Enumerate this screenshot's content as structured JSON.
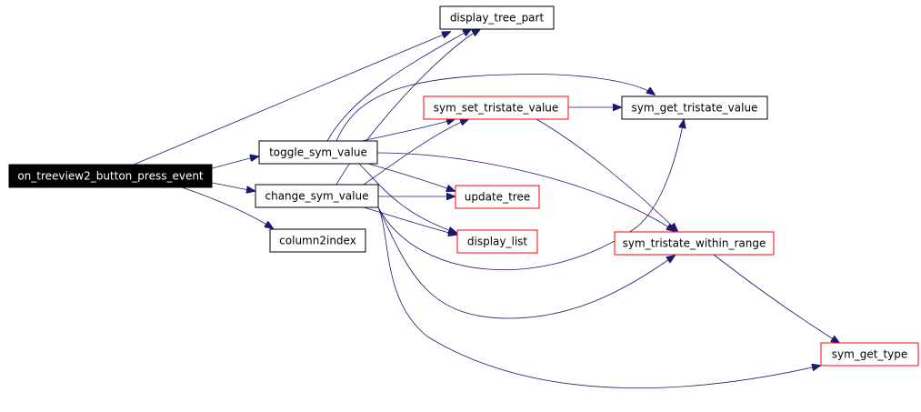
{
  "graph": {
    "nodes": [
      {
        "id": "on_treeview2_button_press_event",
        "label": "on_treeview2_button_press_event",
        "style": "root",
        "border": "#000000"
      },
      {
        "id": "display_tree_part",
        "label": "display_tree_part",
        "style": "normal",
        "border": "#000000"
      },
      {
        "id": "toggle_sym_value",
        "label": "toggle_sym_value",
        "style": "normal",
        "border": "#000000"
      },
      {
        "id": "change_sym_value",
        "label": "change_sym_value",
        "style": "normal",
        "border": "#000000"
      },
      {
        "id": "column2index",
        "label": "column2index",
        "style": "normal",
        "border": "#000000"
      },
      {
        "id": "sym_set_tristate_value",
        "label": "sym_set_tristate_value",
        "style": "truncated",
        "border": "#ff0000"
      },
      {
        "id": "sym_get_tristate_value",
        "label": "sym_get_tristate_value",
        "style": "normal",
        "border": "#000000"
      },
      {
        "id": "update_tree",
        "label": "update_tree",
        "style": "truncated",
        "border": "#ff0000"
      },
      {
        "id": "display_list",
        "label": "display_list",
        "style": "truncated",
        "border": "#ff0000"
      },
      {
        "id": "sym_tristate_within_range",
        "label": "sym_tristate_within_range",
        "style": "truncated",
        "border": "#ff0000"
      },
      {
        "id": "sym_get_type",
        "label": "sym_get_type",
        "style": "truncated",
        "border": "#ff0000"
      }
    ],
    "edges": [
      {
        "from": "on_treeview2_button_press_event",
        "to": "display_tree_part"
      },
      {
        "from": "on_treeview2_button_press_event",
        "to": "toggle_sym_value"
      },
      {
        "from": "on_treeview2_button_press_event",
        "to": "change_sym_value"
      },
      {
        "from": "on_treeview2_button_press_event",
        "to": "column2index"
      },
      {
        "from": "toggle_sym_value",
        "to": "display_tree_part"
      },
      {
        "from": "toggle_sym_value",
        "to": "sym_set_tristate_value"
      },
      {
        "from": "toggle_sym_value",
        "to": "sym_get_tristate_value"
      },
      {
        "from": "toggle_sym_value",
        "to": "update_tree"
      },
      {
        "from": "toggle_sym_value",
        "to": "display_list"
      },
      {
        "from": "toggle_sym_value",
        "to": "sym_tristate_within_range"
      },
      {
        "from": "change_sym_value",
        "to": "display_tree_part"
      },
      {
        "from": "change_sym_value",
        "to": "sym_set_tristate_value"
      },
      {
        "from": "change_sym_value",
        "to": "update_tree"
      },
      {
        "from": "change_sym_value",
        "to": "display_list"
      },
      {
        "from": "change_sym_value",
        "to": "sym_get_tristate_value"
      },
      {
        "from": "change_sym_value",
        "to": "sym_tristate_within_range"
      },
      {
        "from": "change_sym_value",
        "to": "sym_get_type"
      },
      {
        "from": "sym_set_tristate_value",
        "to": "sym_get_tristate_value"
      },
      {
        "from": "sym_set_tristate_value",
        "to": "sym_tristate_within_range"
      },
      {
        "from": "sym_tristate_within_range",
        "to": "sym_get_type"
      }
    ],
    "colors": {
      "edge": "#191970",
      "root_fill": "#000000",
      "root_text": "#ffffff",
      "node_fill": "#ffffff",
      "node_text": "#000000",
      "truncated_border": "#ff0000",
      "normal_border": "#000000"
    }
  }
}
